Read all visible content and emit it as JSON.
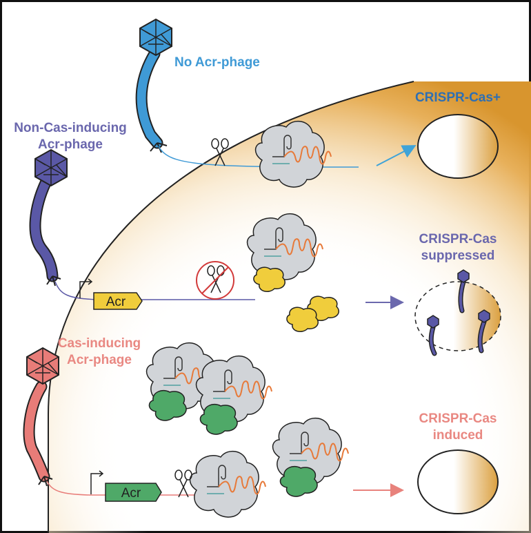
{
  "phages": {
    "no_acr": {
      "label": "No Acr-phage",
      "color": "#3f9ad6"
    },
    "non_cas_inducing": {
      "label_line1": "Non-Cas-inducing",
      "label_line2": "Acr-phage",
      "color": "#5a58a6"
    },
    "cas_inducing": {
      "label_line1": "Cas-inducing",
      "label_line2": "Acr-phage",
      "color": "#e87c78"
    }
  },
  "genes": {
    "acr_yellow": "Acr",
    "acr_green": "Acr"
  },
  "outcomes": {
    "plus": {
      "label": "CRISPR-Cas+",
      "color": "#2e6fb3"
    },
    "suppressed": {
      "label_line1": "CRISPR-Cas",
      "label_line2": "suppressed",
      "color": "#6a67ad"
    },
    "induced": {
      "label_line1": "CRISPR-Cas",
      "label_line2": "induced",
      "color": "#e98882"
    }
  },
  "colors": {
    "cell_gold": "#e0a23c",
    "cas_complex": "#d1d4d8",
    "crRNA": "#e77a3a",
    "acr_yellow": "#f0cd3c",
    "acr_green": "#4fa968"
  }
}
